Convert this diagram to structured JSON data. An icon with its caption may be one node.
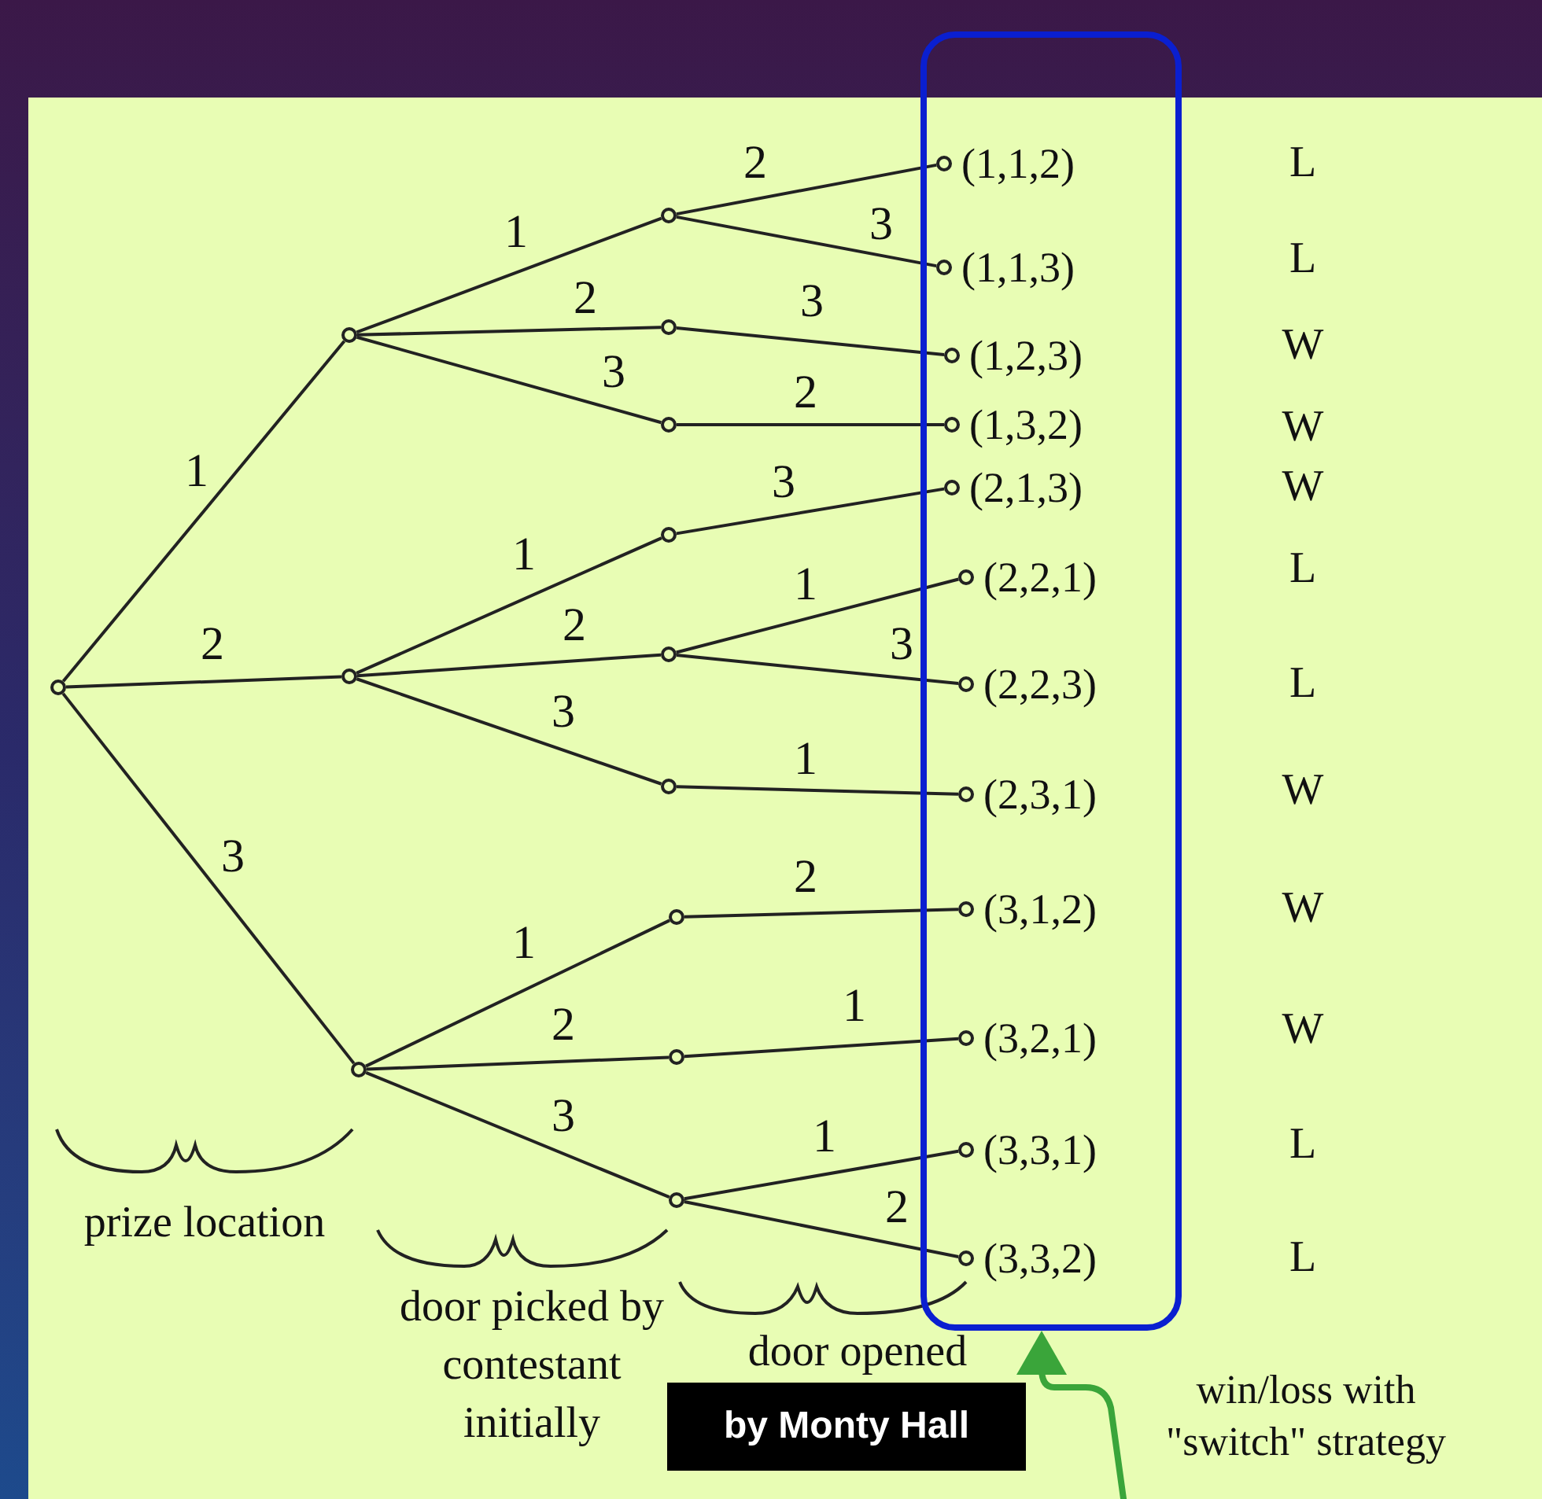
{
  "diagram": {
    "nodes": [
      {
        "text": [],
        "shape": "circle"
      },
      {
        "text": [],
        "shape": "circle"
      },
      {
        "text": [],
        "shape": "circle"
      },
      {
        "text": [],
        "shape": "circle"
      },
      {
        "text": [],
        "shape": "circle"
      },
      {
        "text": [],
        "shape": "circle"
      },
      {
        "text": [],
        "shape": "circle"
      },
      {
        "text": [],
        "shape": "circle"
      },
      {
        "text": [],
        "shape": "circle"
      },
      {
        "text": [],
        "shape": "circle"
      },
      {
        "text": [],
        "shape": "circle"
      },
      {
        "text": [],
        "shape": "circle"
      },
      {
        "text": [],
        "shape": "circle"
      },
      {
        "text": [],
        "shape": "box"
      },
      {
        "text": [
          "(1,1,2)"
        ],
        "in": 13
      },
      {
        "text": [
          "(1,1,3)"
        ],
        "in": 13
      },
      {
        "text": [
          "(1,2,3)"
        ],
        "in": 13
      },
      {
        "text": [
          "(1,3,2)"
        ],
        "in": 13
      },
      {
        "text": [
          "(2,1,3)"
        ],
        "in": 13
      },
      {
        "text": [
          "(2,2,1)"
        ],
        "in": 13
      },
      {
        "text": [
          "(2,2,3)"
        ],
        "in": 13
      },
      {
        "text": [
          "(2,3,1)"
        ],
        "in": 13
      },
      {
        "text": [
          "(3,1,2)"
        ],
        "in": 13
      },
      {
        "text": [
          "(3,2,1)"
        ],
        "in": 13
      },
      {
        "text": [
          "(3,3,1)"
        ],
        "in": 13
      },
      {
        "text": [
          "(3,3,2)"
        ],
        "in": 13
      }
    ],
    "edges": [
      {
        "from": 0,
        "to": 1,
        "arrow": "none",
        "label": "1"
      },
      {
        "from": 0,
        "to": 2,
        "arrow": "none",
        "label": "2"
      },
      {
        "from": 0,
        "to": 3,
        "arrow": "none",
        "label": "3"
      },
      {
        "from": 1,
        "to": 4,
        "arrow": "none",
        "label": "1"
      },
      {
        "from": 1,
        "to": 5,
        "arrow": "none",
        "label": "2"
      },
      {
        "from": 1,
        "to": 6,
        "arrow": "none",
        "label": "3"
      },
      {
        "from": 2,
        "to": 7,
        "arrow": "none",
        "label": "1"
      },
      {
        "from": 2,
        "to": 8,
        "arrow": "none",
        "label": "2"
      },
      {
        "from": 2,
        "to": 9,
        "arrow": "none",
        "label": "3"
      },
      {
        "from": 3,
        "to": 10,
        "arrow": "none",
        "label": "1"
      },
      {
        "from": 3,
        "to": 11,
        "arrow": "none",
        "label": "2"
      },
      {
        "from": 3,
        "to": 12,
        "arrow": "none",
        "label": "3"
      },
      {
        "from": 4,
        "to": 14,
        "arrow": "none",
        "label": "2"
      },
      {
        "from": 4,
        "to": 15,
        "arrow": "none",
        "label": "3"
      },
      {
        "from": 5,
        "to": 16,
        "arrow": "none",
        "label": "3"
      },
      {
        "from": 6,
        "to": 17,
        "arrow": "none",
        "label": "2"
      },
      {
        "from": 7,
        "to": 18,
        "arrow": "none",
        "label": "3"
      },
      {
        "from": 8,
        "to": 19,
        "arrow": "none",
        "label": "1"
      },
      {
        "from": 8,
        "to": 20,
        "arrow": "none",
        "label": "3"
      },
      {
        "from": 9,
        "to": 21,
        "arrow": "none",
        "label": "1"
      },
      {
        "from": 10,
        "to": 22,
        "arrow": "none",
        "label": "2"
      },
      {
        "from": 11,
        "to": 23,
        "arrow": "none",
        "label": "1"
      },
      {
        "from": 12,
        "to": 24,
        "arrow": "none",
        "label": "1"
      },
      {
        "from": 12,
        "to": 25,
        "arrow": "none",
        "label": "2"
      },
      {
        "from": null,
        "to": 13,
        "arrow": "to",
        "color": "#3aa53a",
        "style": "thick"
      }
    ],
    "labels": [
      "L",
      "L",
      "W",
      "W",
      "W",
      "L",
      "L",
      "W",
      "W",
      "W",
      "L",
      "L",
      "prize location",
      "door picked by contestant initially",
      "door opened",
      "by Monty Hall",
      "win/loss with \"switch\" strategy"
    ]
  }
}
